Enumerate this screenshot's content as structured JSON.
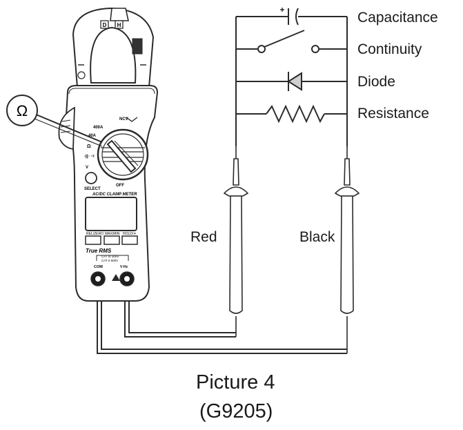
{
  "components": [
    {
      "label": "Capacitance",
      "symbol": "capacitor"
    },
    {
      "label": "Continuity",
      "symbol": "switch"
    },
    {
      "label": "Diode",
      "symbol": "diode"
    },
    {
      "label": "Resistance",
      "symbol": "resistor"
    }
  ],
  "probes": {
    "red_label": "Red",
    "black_label": "Black"
  },
  "ohm_symbol": "Ω",
  "meter": {
    "jaw_buttons": [
      "D",
      "H"
    ],
    "dial": {
      "ncv": "NCV",
      "range_400a": "400A",
      "range_40a": "40A",
      "range_ohm": "Ω",
      "range_cap_diode": "-|(- ⊣",
      "range_v": "V",
      "range_v_ac": "V",
      "off": "OFF"
    },
    "select_label": "SELECT",
    "model_banner": "AC/DC CLAMP METER",
    "buttons": [
      "REL/ZERO",
      "MAX/MIN",
      "HOLD/☀"
    ],
    "true_rms": "True RMS",
    "cat_ratings": [
      "CAT III 300V",
      "CAT II 600V"
    ],
    "jack_com": "COM",
    "jack_v": "V·Hz"
  },
  "caption": {
    "line1": "Picture 4",
    "line2": "(G9205)"
  }
}
